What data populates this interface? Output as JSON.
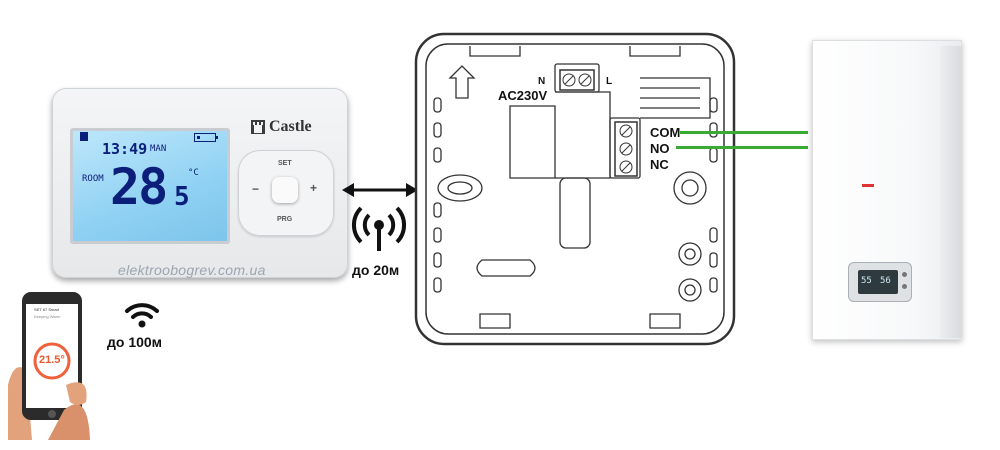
{
  "thermostat": {
    "brand": "Castle",
    "lcd": {
      "time": "13:49",
      "mode": "MAN",
      "room_label": "ROOM",
      "temp_main": "28",
      "temp_decimal": "5",
      "unit": "°C"
    },
    "buttons": {
      "set": "SET",
      "prg": "PRG",
      "minus": "−",
      "plus": "+"
    },
    "watermark": "elektroobogrev.com.ua"
  },
  "rf_range": "до 20м",
  "wifi_range": "до 100м",
  "phone": {
    "app_title": "SET 67 Smart",
    "subtitle": "Keeping Warm",
    "temp": "21.5°"
  },
  "receiver": {
    "power_label": "AC230V",
    "terminal_n": "N",
    "terminal_l": "L",
    "relay": [
      "COM",
      "NO",
      "NC"
    ]
  },
  "boiler": {
    "display_left": "55",
    "display_right": "56"
  },
  "colors": {
    "wire": "#3aa935",
    "lcd_text": "#0b1e7a"
  }
}
